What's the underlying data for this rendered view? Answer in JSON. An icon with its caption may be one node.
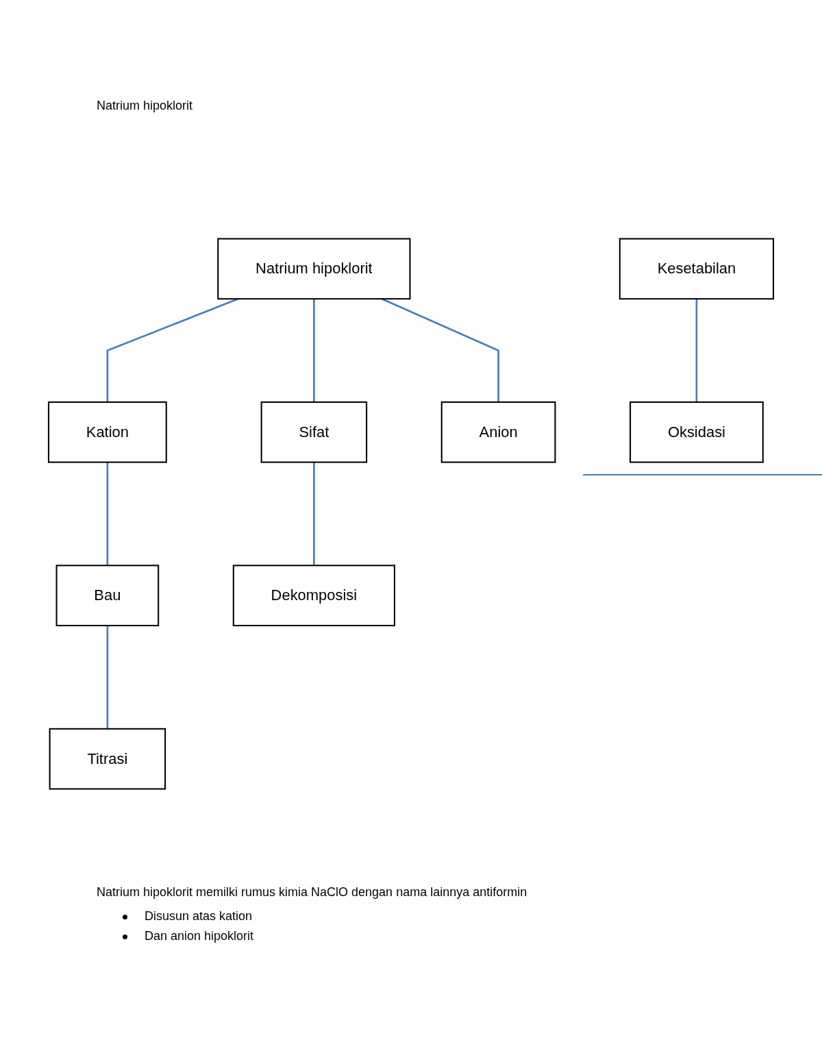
{
  "diagram": {
    "title": "Natrium hipoklorit",
    "nodes": [
      {
        "text": [
          "Natrium hipoklorit"
        ]
      },
      {
        "text": [
          "Kation"
        ]
      },
      {
        "text": [
          "Sifat"
        ]
      },
      {
        "text": [
          "Anion"
        ]
      },
      {
        "text": [
          "Bau"
        ]
      },
      {
        "text": [
          "Dekomposisi"
        ]
      },
      {
        "text": [
          "Kesetabilan"
        ]
      },
      {
        "text": [
          "Titrasi"
        ]
      },
      {
        "text": [
          "Oksidasi"
        ]
      }
    ],
    "edges": [
      {
        "from": 0,
        "to": 1,
        "arrow": "none"
      },
      {
        "from": 0,
        "to": 2,
        "arrow": "none"
      },
      {
        "from": 0,
        "to": 3,
        "arrow": "none"
      },
      {
        "from": 1,
        "to": 4,
        "arrow": "none"
      },
      {
        "from": 2,
        "to": 5,
        "arrow": "none"
      },
      {
        "from": 4,
        "to": 7,
        "arrow": "none"
      },
      {
        "from": 6,
        "to": 8,
        "arrow": "none"
      }
    ],
    "labels": [
      "Natrium hipoklorit memilki rumus kimia NaClO dengan nama lainnya antiformin",
      "Disusun atas kation",
      "Dan anion hipoklorit"
    ]
  }
}
